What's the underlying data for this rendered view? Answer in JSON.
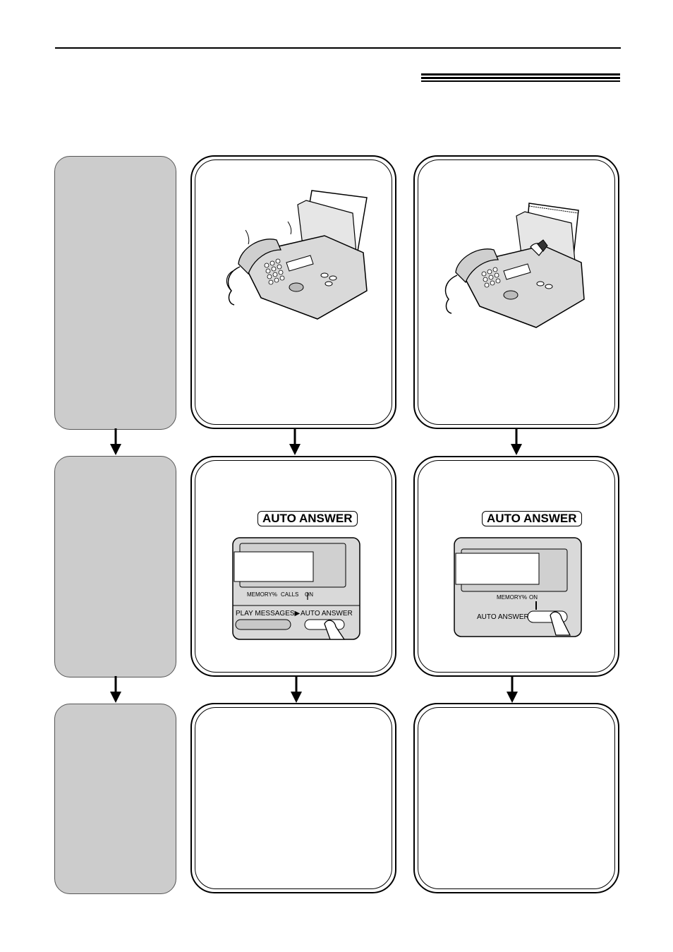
{
  "panels": {
    "row2_left": {
      "button_label": "AUTO ANSWER",
      "indicators": {
        "memory": "MEMORY%",
        "calls": "CALLS",
        "on": "ON"
      },
      "play_label": "PLAY MESSAGES▶",
      "auto_answer_label": "AUTO ANSWER"
    },
    "row2_right": {
      "button_label": "AUTO ANSWER",
      "indicators": {
        "memory": "MEMORY%",
        "on": "ON"
      },
      "auto_answer_label": "AUTO ANSWER"
    }
  },
  "colors": {
    "gray_box": "#cccccc",
    "fax_body": "#d9d9d9",
    "display": "#ffffff"
  },
  "icons": [
    "fax-machine-icon",
    "finger-press-icon",
    "down-arrow-icon"
  ]
}
